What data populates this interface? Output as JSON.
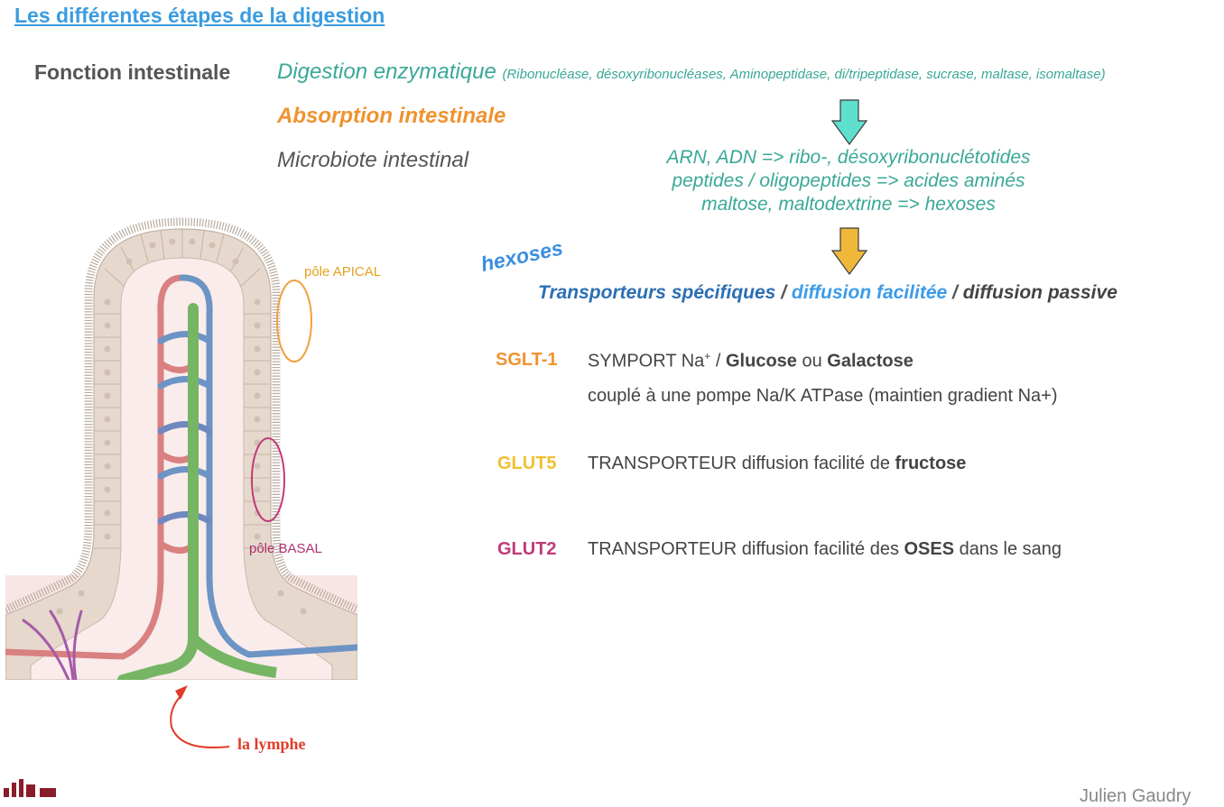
{
  "page": {
    "title": "Les différentes étapes de la digestion",
    "function_label": "Fonction intestinale",
    "author": "Julien Gaudry"
  },
  "functions": {
    "digestion": "Digestion enzymatique",
    "digestion_enzymes": "(Ribonucléase, désoxyribonucléases, Aminopeptidase, di/tripeptidase, sucrase, maltase, isomaltase)",
    "absorption": "Absorption intestinale",
    "microbiote": "Microbiote intestinal"
  },
  "conversions": [
    "ARN, ADN => ribo-, désoxyribonuclétotides",
    "peptides / oligopeptides => acides aminés",
    "maltose, maltodextrine => hexoses"
  ],
  "hexoses_label": "hexoses",
  "transport": {
    "specific": "Transporteurs spécifiques",
    "sep1": " / ",
    "facilitated": "diffusion facilitée",
    "sep2": " / ",
    "passive": "diffusion passive"
  },
  "transporters": {
    "sglt1": {
      "code": "SGLT-1",
      "prefix": "SYMPORT Na",
      "sup": "+",
      "mid": " / ",
      "bold1": "Glucose",
      "or": " ou ",
      "bold2": "Galactose",
      "line2": "couplé à une pompe Na/K ATPase (maintien gradient Na+)"
    },
    "glut5": {
      "code": "GLUT5",
      "text": "TRANSPORTEUR diffusion facilité de ",
      "bold": "fructose"
    },
    "glut2": {
      "code": "GLUT2",
      "text": "TRANSPORTEUR diffusion facilité des ",
      "bold": "OSES",
      "suffix": " dans le sang"
    }
  },
  "diagram": {
    "pole_apical": "pôle APICAL",
    "pole_basal": "pôle BASAL",
    "lymph": "la lymphe"
  },
  "colors": {
    "title": "#3b9be0",
    "digestion": "#3aa897",
    "absorption": "#f0922f",
    "arrow_teal": "#5ee0cc",
    "arrow_orange": "#f0b83a",
    "sglt1": "#f0922f",
    "glut5": "#f0c030",
    "glut2": "#c03a78",
    "lymph": "#e23b2a"
  }
}
